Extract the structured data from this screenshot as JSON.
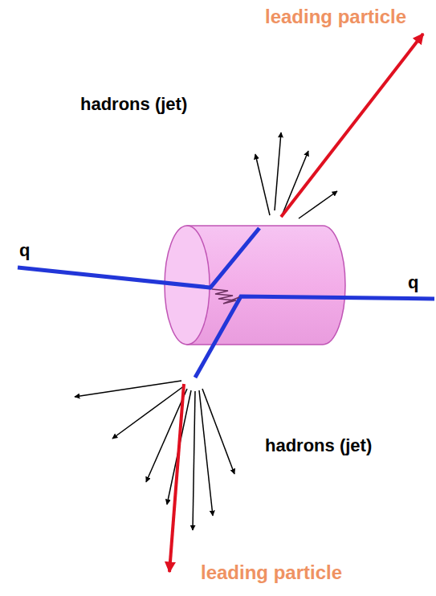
{
  "diagram": {
    "labels": [
      "leading particle",
      "hadrons (jet)",
      "q",
      "q",
      "hadrons (jet)",
      "leading particle"
    ]
  }
}
